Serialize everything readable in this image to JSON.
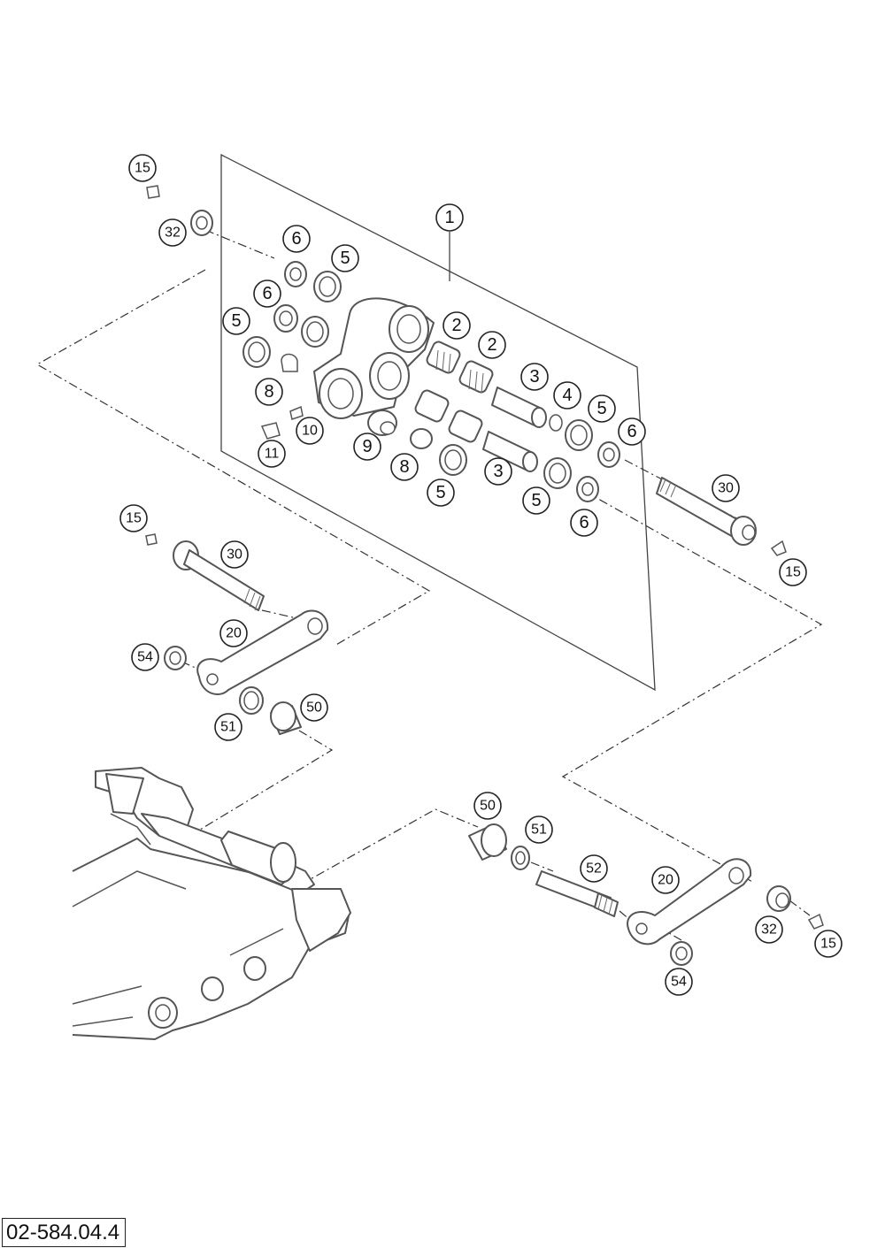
{
  "reference_code": "02-584.04.4",
  "callouts": [
    {
      "id": "c1",
      "label": "15"
    },
    {
      "id": "c2",
      "label": "32"
    },
    {
      "id": "c3",
      "label": "6"
    },
    {
      "id": "c4",
      "label": "5"
    },
    {
      "id": "c5",
      "label": "1"
    },
    {
      "id": "c6",
      "label": "6"
    },
    {
      "id": "c7",
      "label": "5"
    },
    {
      "id": "c8",
      "label": "2"
    },
    {
      "id": "c9",
      "label": "2"
    },
    {
      "id": "c10",
      "label": "3"
    },
    {
      "id": "c11",
      "label": "4"
    },
    {
      "id": "c12",
      "label": "5"
    },
    {
      "id": "c13",
      "label": "6"
    },
    {
      "id": "c14",
      "label": "8"
    },
    {
      "id": "c15",
      "label": "10"
    },
    {
      "id": "c16",
      "label": "11"
    },
    {
      "id": "c17",
      "label": "9"
    },
    {
      "id": "c18",
      "label": "8"
    },
    {
      "id": "c19",
      "label": "3"
    },
    {
      "id": "c20",
      "label": "5"
    },
    {
      "id": "c21",
      "label": "5"
    },
    {
      "id": "c22",
      "label": "6"
    },
    {
      "id": "c23",
      "label": "30"
    },
    {
      "id": "c24",
      "label": "15"
    },
    {
      "id": "c25",
      "label": "15"
    },
    {
      "id": "c26",
      "label": "30"
    },
    {
      "id": "c27",
      "label": "20"
    },
    {
      "id": "c28",
      "label": "54"
    },
    {
      "id": "c29",
      "label": "50"
    },
    {
      "id": "c30",
      "label": "51"
    },
    {
      "id": "c31",
      "label": "50"
    },
    {
      "id": "c32",
      "label": "51"
    },
    {
      "id": "c33",
      "label": "52"
    },
    {
      "id": "c34",
      "label": "20"
    },
    {
      "id": "c35",
      "label": "32"
    },
    {
      "id": "c36",
      "label": "15"
    },
    {
      "id": "c37",
      "label": "54"
    }
  ]
}
